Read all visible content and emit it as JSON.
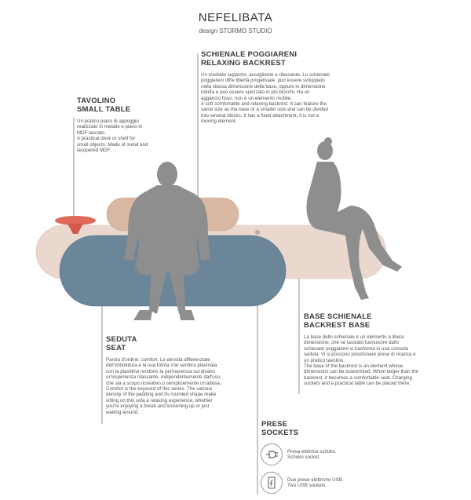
{
  "header": {
    "title": "NEFELIBATA",
    "subtitle": "design STORMO STUDIO"
  },
  "sections": {
    "small_table": {
      "title_it": "TAVOLINO",
      "title_en": "SMALL TABLE",
      "text": "Un pratico piano di appoggio\nrealizzato in metallo e piano in\nMDF laccato.\nA practical desk or shelf for\nsmall objects. Made of metal and\nlacquered MDF."
    },
    "backrest": {
      "title_it": "SCHIENALE POGGIARENI",
      "title_en": "RELAXING BACKREST",
      "text": "Un morbido supporto, accogliente e rilassante. Lo schienale\npoggiareni offre libertà progettuale, può essere sviluppato\nnella stessa dimensione della base, oppure in dimensione\nridotta e può essere spezzato in più blocchi. Ha un\naggancio fisso, non è un elemento mobile.\nA soft comfortable and relaxing backrest. It can feature the\nsame size as the base or a smaller size and can be divided\ninto several blocks. It has a fixed attachment, it is not a\nmoving element."
    },
    "seat": {
      "title_it": "SEDUTA",
      "title_en": "SEAT",
      "text": "Parola d'ordine: comfort. Le densità differenziate\ndell'imbottitura e la sua forma che sembra plasmata\ncon la plastilina rendono la permanenza sul divano\nun'esperienza rilassante, indipendentemente dall'uso,\nche sia a scopo ricreativo o semplicemente un'attesa.\nComfort is the keyword of this series. The various\ndensity of the padding and its rounded shape make\nsitting on this sofa a relaxing experience, whether\nyou're enjoying a break and loosening up or just\nwaiting around."
    },
    "backrest_base": {
      "title_it": "BASE SCHIENALE",
      "title_en": "BACKREST BASE",
      "text": "La base dello schienale è un elemento a libera\ndimensione, che se lasciato fuoriuscire dallo\nschienale poggiareni si trasforma in una comoda\nseduta. Vi si possono posizionare prese di ricarica e\nun pratico tavolino.\nThe base of the backrest is an element whose\ndimensions can be customized. When larger than the\nbackrest, it becomes a comfortable seat. Charging\nsockets and a practical table can be placed there."
    },
    "sockets": {
      "title_it": "PRESE",
      "title_en": "SOCKETS",
      "items": [
        {
          "icon": "schuko-plug-icon",
          "text": "Presa elettrica schuko.\nSchuko socket."
        },
        {
          "icon": "usb-icon",
          "text": "Due prese elettriche USB.\nTwo USB sockets."
        }
      ]
    }
  },
  "colors": {
    "seat_blue": "#6b8599",
    "base_beige": "#ead8cf",
    "backrest_tan": "#d9b7a3",
    "table_red": "#e06a5a",
    "figure_grey": "#8e8e8e"
  }
}
